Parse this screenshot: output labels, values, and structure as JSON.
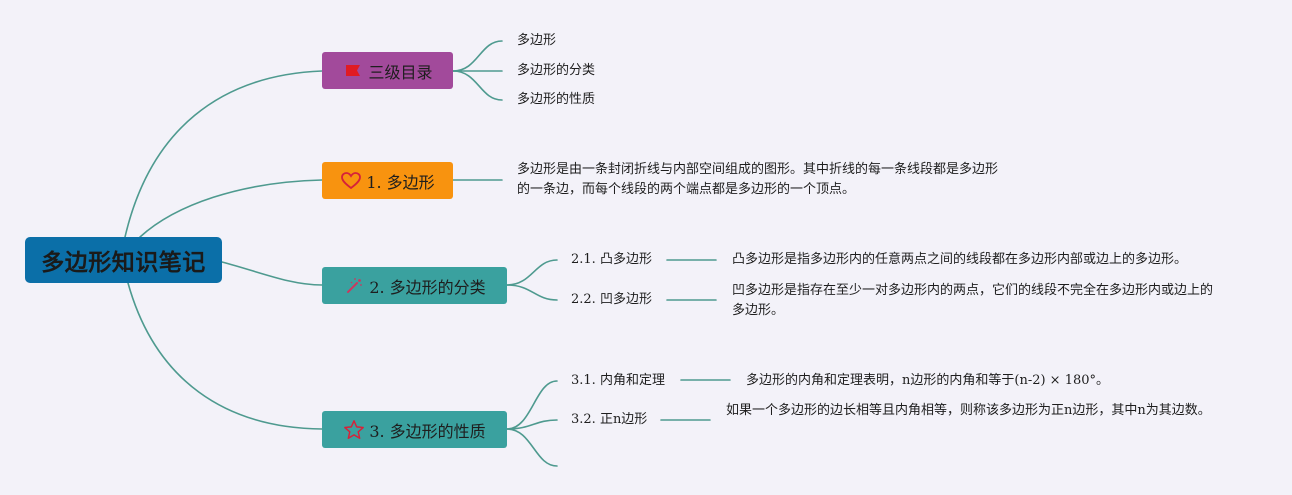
{
  "root": {
    "label": "多边形知识笔记"
  },
  "toc": {
    "label": "三级目录",
    "items": [
      "多边形",
      "多边形的分类",
      "多边形的性质"
    ]
  },
  "polygon": {
    "label": "1. 多边形",
    "description": "多边形是由一条封闭折线与内部空间组成的图形。其中折线的每一条线段都是多边形的一条边，而每个线段的两个端点都是多边形的一个顶点。"
  },
  "classification": {
    "label": "2. 多边形的分类",
    "children": [
      {
        "label": "2.1. 凸多边形",
        "description": "凸多边形是指多边形内的任意两点之间的线段都在多边形内部或边上的多边形。"
      },
      {
        "label": "2.2. 凹多边形",
        "description": "凹多边形是指存在至少一对多边形内的两点，它们的线段不完全在多边形内或边上的多边形。"
      }
    ]
  },
  "properties": {
    "label": "3. 多边形的性质",
    "children": [
      {
        "label": "3.1. 内角和定理",
        "description": "多边形的内角和定理表明，n边形的内角和等于(n-2) × 180°。"
      },
      {
        "label": "3.2. 正n边形",
        "description": "如果一个多边形的边长相等且内角相等，则称该多边形为正n边形，其中n为其边数。"
      }
    ]
  },
  "icons": {
    "toc": "flag-icon",
    "polygon": "heart-icon",
    "classification": "magic-wand-icon",
    "properties": "star-icon"
  },
  "colors": {
    "background": "#f3f2f9",
    "root": "#0b6fa8",
    "toc": "#a24a9b",
    "polygon": "#f8930f",
    "classification": "#3aa19f",
    "properties": "#3aa19f",
    "connector": "#4e9a8f"
  }
}
